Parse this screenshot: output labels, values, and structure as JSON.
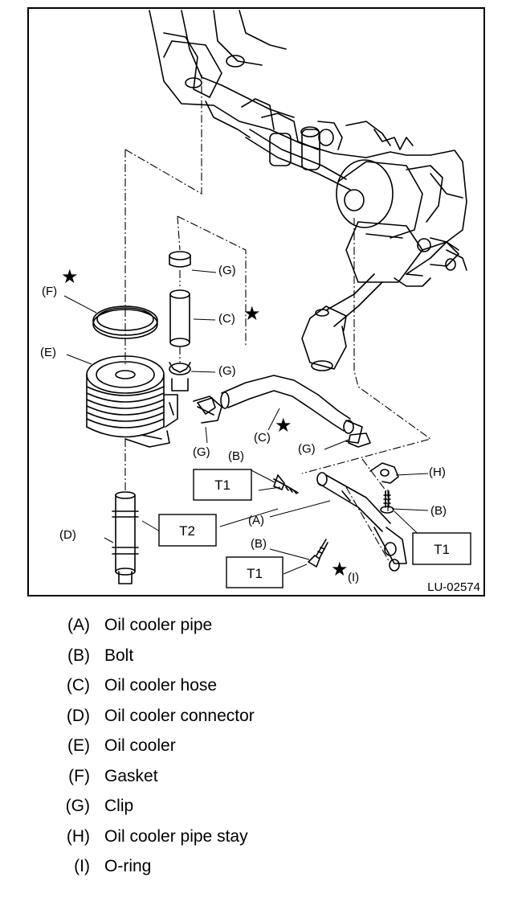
{
  "figure": {
    "drawing_code": "LU-02574",
    "callouts": {
      "A": "(A)",
      "B1": "(B)",
      "B2": "(B)",
      "B3": "(B)",
      "C1": "(C)",
      "C2": "(C)",
      "D": "(D)",
      "E": "(E)",
      "F": "(F)",
      "G1": "(G)",
      "G2": "(G)",
      "G3": "(G)",
      "G4": "(G)",
      "H": "(H)",
      "I": "(I)"
    },
    "torque_labels": {
      "t1_left_upper": "T1",
      "t1_right": "T1",
      "t1_left_lower": "T1",
      "t2": "T2"
    },
    "star_symbol": "★"
  },
  "legend": [
    {
      "letter": "(A)",
      "text": "Oil cooler pipe"
    },
    {
      "letter": "(B)",
      "text": "Bolt"
    },
    {
      "letter": "(C)",
      "text": "Oil cooler hose"
    },
    {
      "letter": "(D)",
      "text": "Oil cooler connector"
    },
    {
      "letter": "(E)",
      "text": "Oil cooler"
    },
    {
      "letter": "(F)",
      "text": "Gasket"
    },
    {
      "letter": "(G)",
      "text": "Clip"
    },
    {
      "letter": "(H)",
      "text": "Oil cooler pipe stay"
    },
    {
      "letter": "(I)",
      "text": "O-ring"
    }
  ]
}
